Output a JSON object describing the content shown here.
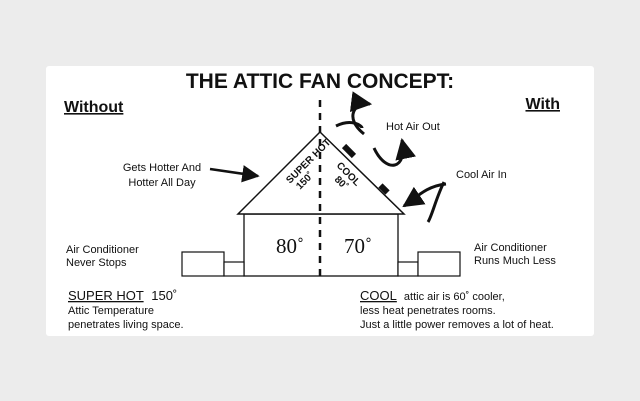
{
  "title": "THE ATTIC FAN CONCEPT:",
  "without_label": "Without",
  "with_label": "With",
  "left_annotation": {
    "line1": "Gets Hotter And",
    "line2": "Hotter All Day"
  },
  "hot_air_out": "Hot Air Out",
  "cool_air_in": "Cool Air In",
  "roof_left": {
    "line1": "SUPER HOT",
    "line2": "150˚"
  },
  "roof_right": {
    "line1": "COOL",
    "line2": "80˚"
  },
  "room_left_temp": "80˚",
  "room_right_temp": "70˚",
  "ac_left": {
    "line1": "Air Conditioner",
    "line2": "Never Stops"
  },
  "ac_right": {
    "line1": "Air Conditioner",
    "line2": "Runs Much Less"
  },
  "bottom_left": {
    "heading": "SUPER HOT",
    "value": "150˚",
    "line1": "Attic Temperature",
    "line2": "penetrates living space."
  },
  "bottom_right": {
    "heading": "COOL",
    "heading_rest": "attic air is 60˚ cooler,",
    "line1": "less heat penetrates rooms.",
    "line2": "Just a little power removes a lot of heat."
  },
  "colors": {
    "ink": "#111111",
    "background": "#ececec",
    "card": "#ffffff"
  }
}
